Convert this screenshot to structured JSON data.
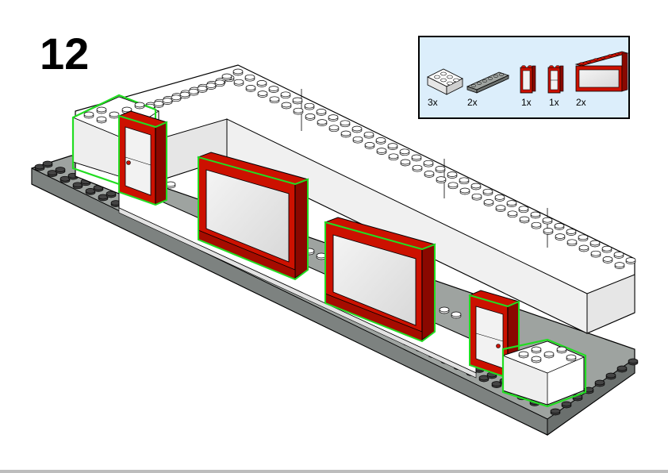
{
  "step": {
    "number": "12"
  },
  "parts_list": {
    "items": [
      {
        "quantity": "3x",
        "part": "white-brick-2x4-icon",
        "color": "#ffffff"
      },
      {
        "quantity": "2x",
        "part": "gray-plate-1x6-icon",
        "color": "#9ea3a0"
      },
      {
        "quantity": "1x",
        "part": "red-door-left-icon",
        "color": "#cc1100"
      },
      {
        "quantity": "1x",
        "part": "red-door-right-icon",
        "color": "#cc1100"
      },
      {
        "quantity": "2x",
        "part": "red-window-1x6-icon",
        "color": "#cc1100"
      }
    ]
  },
  "colors": {
    "highlight": "#22dd22",
    "baseplate": "#9ea3a0",
    "brick": "#ffffff",
    "frame": "#cc1100",
    "parts_background": "#dceefb"
  }
}
